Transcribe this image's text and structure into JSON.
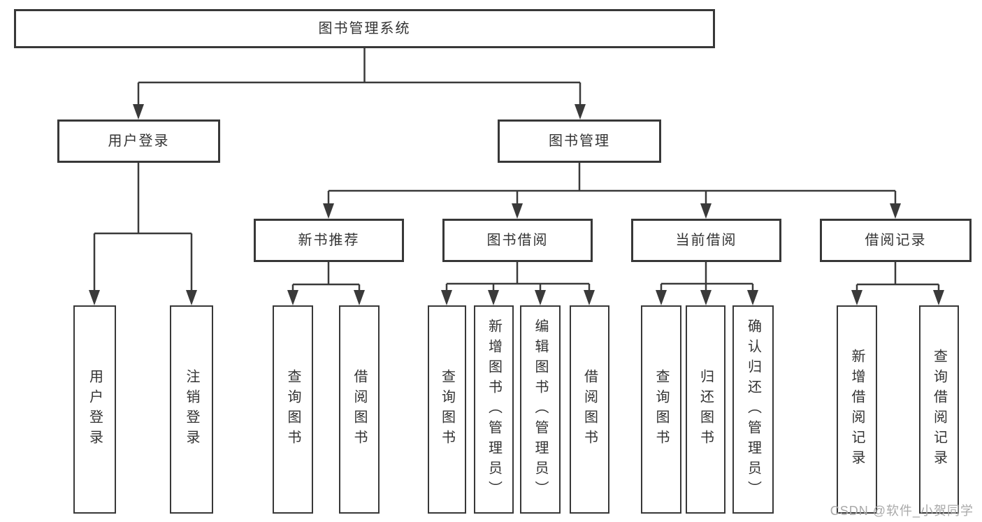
{
  "diagram_title": "图书管理系统",
  "nodes": {
    "root": "图书管理系统",
    "user_login": "用户登录",
    "book_mgmt": "图书管理",
    "new_book_rec": "新书推荐",
    "book_borrow": "图书借阅",
    "current_borrow": "当前借阅",
    "borrow_record": "借阅记录",
    "leaf_user_login": "用户登录",
    "leaf_logout": "注销登录",
    "leaf_rec_query_book": "查询图书",
    "leaf_rec_borrow_book": "借阅图书",
    "leaf_bb_query_book": "查询图书",
    "leaf_bb_add_book": "新增图书（管理员）",
    "leaf_bb_edit_book": "编辑图书（管理员）",
    "leaf_bb_borrow_book": "借阅图书",
    "leaf_cb_query_book": "查询图书",
    "leaf_cb_return_book": "归还图书",
    "leaf_cb_confirm_return": "确认归还（管理员）",
    "leaf_br_add_record": "新增借阅记录",
    "leaf_br_query_record": "查询借阅记录"
  },
  "hierarchy": {
    "label": "图书管理系统",
    "children": [
      {
        "label": "用户登录",
        "children": [
          {
            "label": "用户登录"
          },
          {
            "label": "注销登录"
          }
        ]
      },
      {
        "label": "图书管理",
        "children": [
          {
            "label": "新书推荐",
            "children": [
              {
                "label": "查询图书"
              },
              {
                "label": "借阅图书"
              }
            ]
          },
          {
            "label": "图书借阅",
            "children": [
              {
                "label": "查询图书"
              },
              {
                "label": "新增图书（管理员）"
              },
              {
                "label": "编辑图书（管理员）"
              },
              {
                "label": "借阅图书"
              }
            ]
          },
          {
            "label": "当前借阅",
            "children": [
              {
                "label": "查询图书"
              },
              {
                "label": "归还图书"
              },
              {
                "label": "确认归还（管理员）"
              }
            ]
          },
          {
            "label": "借阅记录",
            "children": [
              {
                "label": "新增借阅记录"
              },
              {
                "label": "查询借阅记录"
              }
            ]
          }
        ]
      }
    ]
  },
  "watermark": "CSDN @软件_小贺同学",
  "colors": {
    "line": "#3a3a3a",
    "box_border": "#383838",
    "box_fill": "#ffffff",
    "text": "#333333",
    "watermark": "#a9a9a9",
    "background": "#ffffff"
  }
}
